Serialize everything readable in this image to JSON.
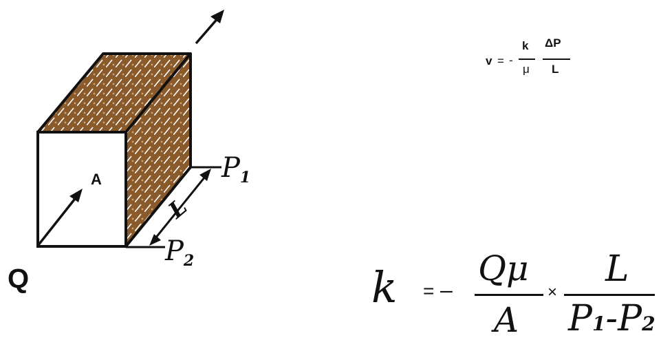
{
  "diagram": {
    "labels": {
      "area": "A",
      "flow": "Q",
      "length": "L",
      "pressure_in": "P",
      "pressure_in_sub": "1",
      "pressure_out": "P",
      "pressure_out_sub": "2"
    },
    "colors": {
      "rock_fill": "#8a5a2b",
      "rock_texture": "#b07a42",
      "ink": "#111111",
      "background": "#ffffff"
    }
  },
  "equation_velocity": {
    "lhs": "v",
    "equals": "=",
    "minus": "-",
    "k": "k",
    "mu": "μ",
    "delta_p": "ΔP",
    "length": "L"
  },
  "equation_permeability": {
    "lhs": "k",
    "equals": "=",
    "minus": "–",
    "numerator1": "Qμ",
    "denominator1": "A",
    "times": "×",
    "numerator2": "L",
    "den_p": "P",
    "den_sub1": "1",
    "den_minus": "-",
    "den_p2": "P",
    "den_sub2": "2"
  }
}
